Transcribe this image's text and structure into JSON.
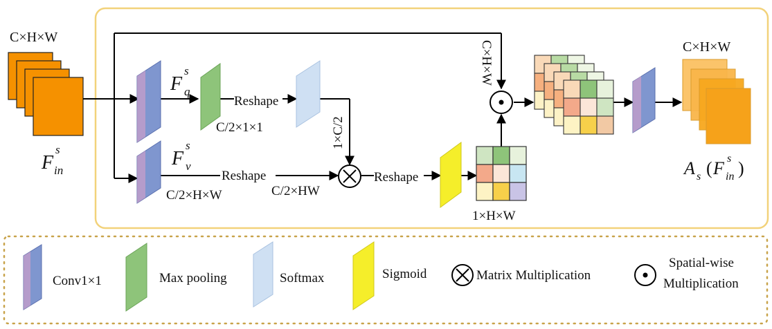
{
  "diagram": {
    "input_dims": "C×H×W",
    "input_symbol": {
      "base": "F",
      "sup": "s",
      "sub": "in"
    },
    "fq_symbol": {
      "base": "F",
      "sup": "s",
      "sub": "q"
    },
    "fv_symbol": {
      "base": "F",
      "sup": "s",
      "sub": "v"
    },
    "reshape_top": "Reshape",
    "reshape_mid": "Reshape",
    "reshape_right": "Reshape",
    "maxpool_dims": "C/2×1×1",
    "transpose_dims": "1×C/2",
    "fv_dims": "C/2×H×W",
    "flat_dims": "C/2×HW",
    "map_dims": "1×H×W",
    "skip_dims": "C×H×W",
    "output_dims": "C×H×W",
    "output_symbol": {
      "A": "A",
      "A_sub": "s",
      "open": "(",
      "F": "F",
      "sup": "s",
      "sub": "in",
      "close": ")"
    },
    "colors": {
      "frame": "#f2d27a",
      "input": "#f59100",
      "output": "#f7a21c",
      "conv": "#7f96cf",
      "maxpool": "#8ec47a",
      "softmax": "#cfe0f3",
      "sigmoid": "#f5ee2a"
    }
  },
  "legend": {
    "conv": "Conv1×1",
    "maxpool": "Max pooling",
    "softmax": "Softmax",
    "sigmoid": "Sigmoid",
    "matmul": "Matrix Multiplication",
    "spatial_line1": "Spatial-wise",
    "spatial_line2": "Multiplication"
  }
}
